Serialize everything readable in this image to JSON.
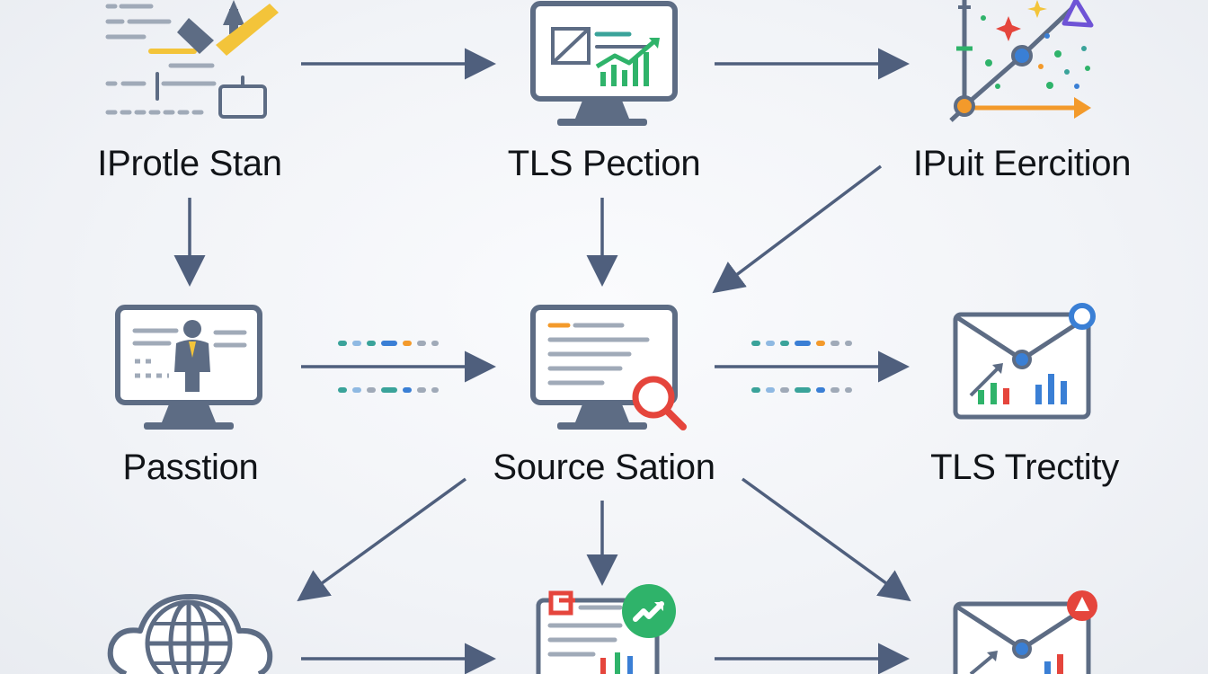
{
  "diagram": {
    "nodes": [
      {
        "id": "n1",
        "label": "IProtle Stan",
        "icon": "document-edit-icon"
      },
      {
        "id": "n2",
        "label": "TLS Pection",
        "icon": "monitor-chart-icon"
      },
      {
        "id": "n3",
        "label": "IPuit Eercition",
        "icon": "graph-sparkle-icon"
      },
      {
        "id": "n4",
        "label": "Passtion",
        "icon": "monitor-user-icon"
      },
      {
        "id": "n5",
        "label": "Source Sation",
        "icon": "monitor-search-icon"
      },
      {
        "id": "n6",
        "label": "TLS Trectity",
        "icon": "envelope-chart-icon"
      },
      {
        "id": "n7",
        "label": "",
        "icon": "cloud-globe-icon"
      },
      {
        "id": "n8",
        "label": "",
        "icon": "report-check-icon"
      },
      {
        "id": "n9",
        "label": "",
        "icon": "envelope-alert-icon"
      }
    ],
    "edges": [
      {
        "from": "n1",
        "to": "n2",
        "style": "solid"
      },
      {
        "from": "n2",
        "to": "n3",
        "style": "solid"
      },
      {
        "from": "n1",
        "to": "n4",
        "style": "solid"
      },
      {
        "from": "n2",
        "to": "n5",
        "style": "solid"
      },
      {
        "from": "n3",
        "to": "n5",
        "style": "solid"
      },
      {
        "from": "n4",
        "to": "n5",
        "style": "dotted-data"
      },
      {
        "from": "n5",
        "to": "n6",
        "style": "dotted-data"
      },
      {
        "from": "n5",
        "to": "n7",
        "style": "solid"
      },
      {
        "from": "n5",
        "to": "n8",
        "style": "solid"
      },
      {
        "from": "n5",
        "to": "n9",
        "style": "solid"
      },
      {
        "from": "n7",
        "to": "n8",
        "style": "solid"
      },
      {
        "from": "n8",
        "to": "n9",
        "style": "solid"
      }
    ],
    "colors": {
      "arrow": "#4f5f7d",
      "icon_stroke": "#5d6c84",
      "accent_green": "#2fb36a",
      "accent_orange": "#f39a2b",
      "accent_red": "#e5453c",
      "accent_blue": "#3a7fd5",
      "accent_yellow": "#f3c43a",
      "accent_purple": "#6e53d6",
      "accent_teal": "#3aa39a"
    }
  }
}
